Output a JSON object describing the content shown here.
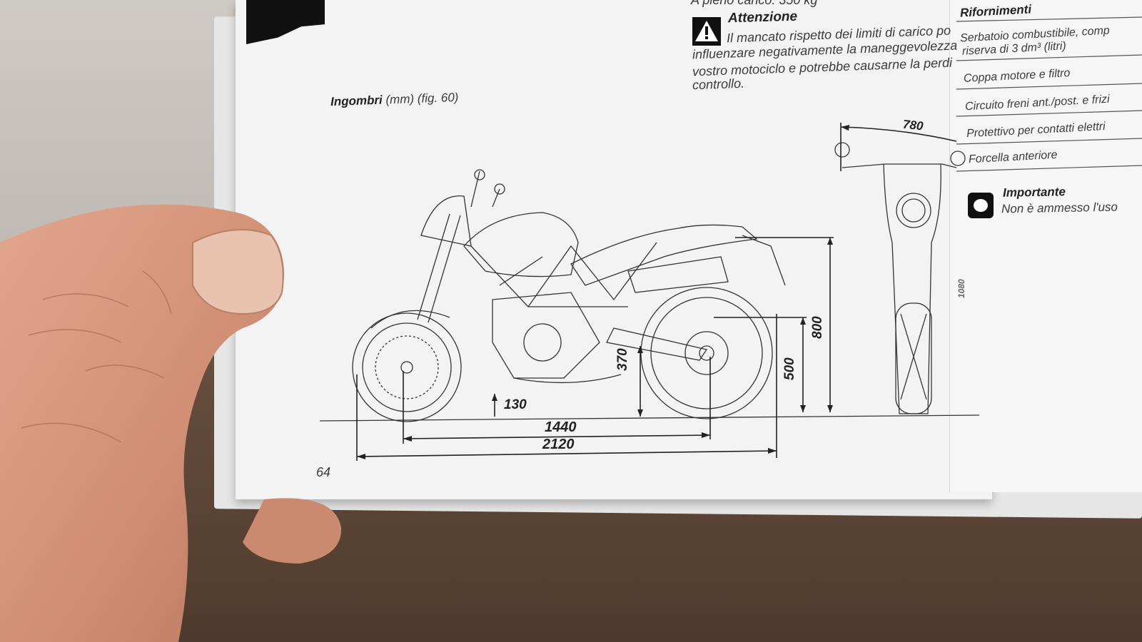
{
  "top_cut_line": "A pieno carico: 350 kg",
  "warning": {
    "title": "Attenzione",
    "lines": [
      "Il mancato rispetto dei limiti di carico po",
      "influenzare negativamente la maneggevolezza",
      "vostro motociclo e potrebbe causarne la perdi",
      "controllo."
    ]
  },
  "section_title": "Ingombri",
  "section_subtitle": "(mm) (fig. 60)",
  "dimensions": {
    "wheel_clearance": "130",
    "wheelbase": "1440",
    "length": "2120",
    "ground_to_axle_pivot": "370",
    "seat_height_min": "500",
    "seat_height": "800",
    "handlebar_width": "780",
    "front_height_partial": "1080"
  },
  "page_number": "64",
  "right_page": {
    "table_title": "Rifornimenti",
    "rows": [
      "Serbatoio combustibile, comp",
      "riserva di 3 dm³ (litri)",
      "Coppa motore e filtro",
      "Circuito freni ant./post. e frizi",
      "Protettivo per contatti elettri",
      "Forcella anteriore"
    ],
    "important_title": "Importante",
    "important_text": "Non è ammesso l'uso"
  },
  "colors": {
    "page": "#f3f3f3",
    "ink": "#222222",
    "skin": "#d99a80"
  }
}
